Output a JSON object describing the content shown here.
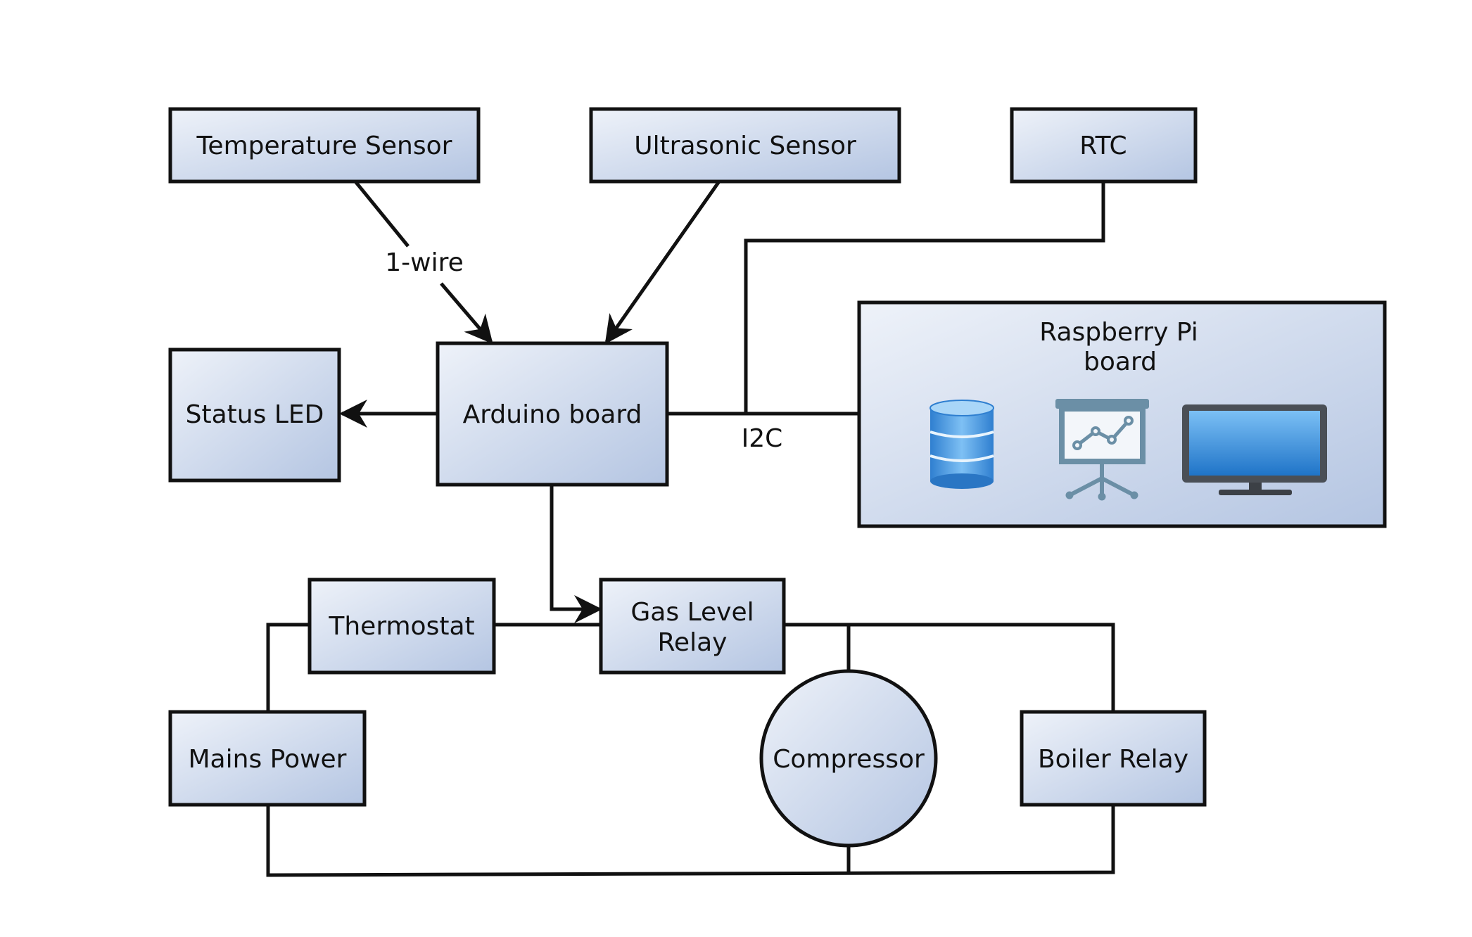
{
  "colors": {
    "box_fill_light": "#eef2f9",
    "box_fill_dark": "#b4c5e2",
    "line": "#111111",
    "database_icon": "#3d8fd6",
    "chart_icon": "#6b8fa6",
    "monitor_screen": "#2f8de0"
  },
  "nodes": {
    "temperature_sensor": "Temperature Sensor",
    "ultrasonic_sensor": "Ultrasonic Sensor",
    "rtc": "RTC",
    "raspberry_pi_line1": "Raspberry Pi",
    "raspberry_pi_line2": "board",
    "status_led": "Status LED",
    "arduino_board": "Arduino board",
    "thermostat": "Thermostat",
    "gas_level_relay_line1": "Gas Level",
    "gas_level_relay_line2": "Relay",
    "mains_power": "Mains Power",
    "compressor": "Compressor",
    "boiler_relay": "Boiler Relay"
  },
  "edge_labels": {
    "one_wire": "1-wire",
    "i2c": "I2C"
  },
  "icons": {
    "database": "database-icon",
    "chart": "presentation-chart-icon",
    "monitor": "monitor-icon"
  }
}
